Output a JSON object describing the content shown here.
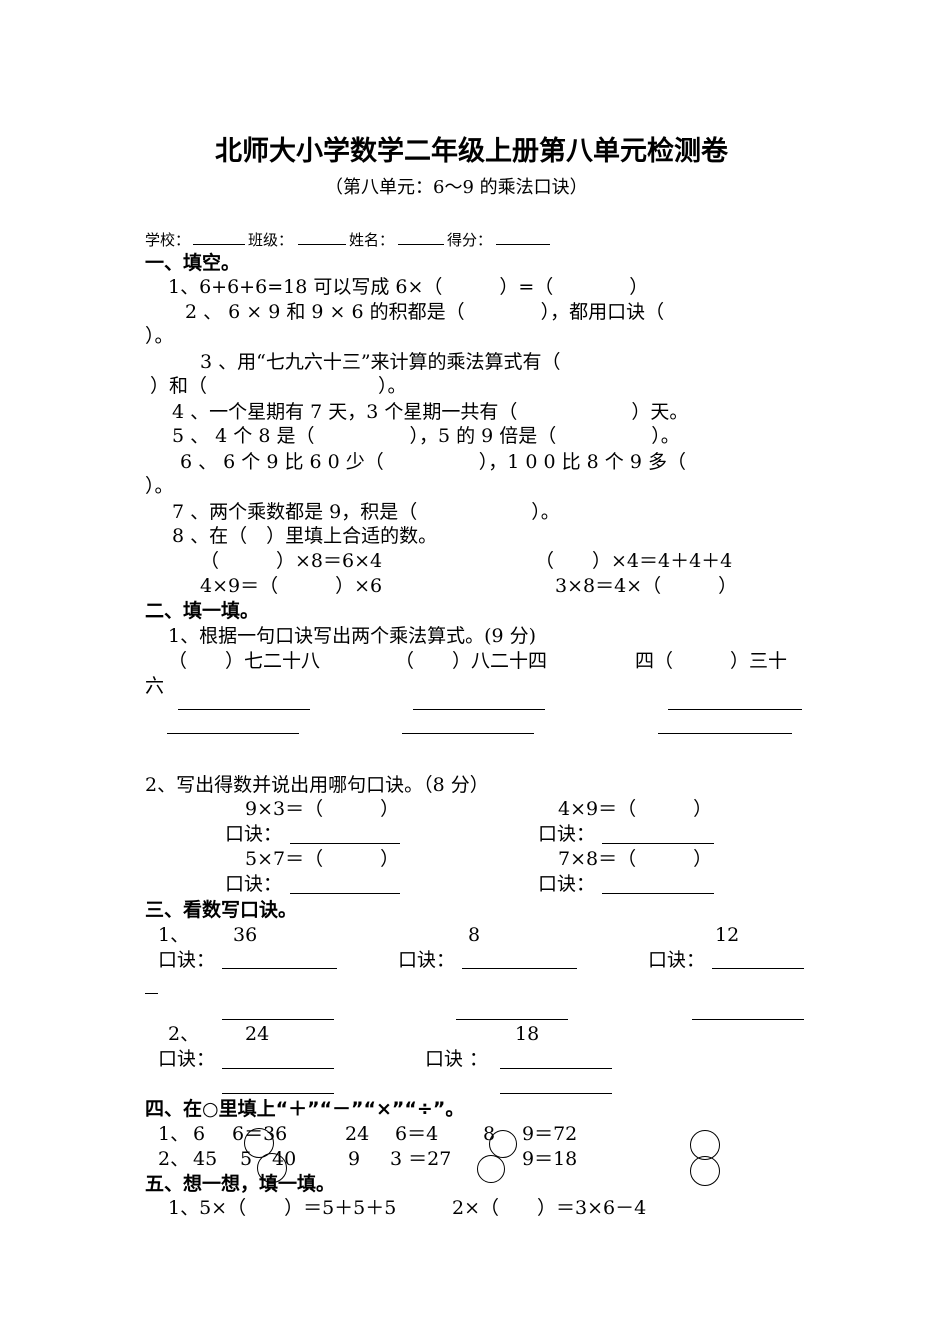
{
  "title": "北师大小学数学二年级上册第八单元检测卷",
  "subtitle": "（第八单元：6～9 的乘法口诀）",
  "header": {
    "school": "学校：",
    "class": "班级：",
    "name": "姓名：",
    "score": "得分："
  },
  "s1": {
    "heading": "一、填空。",
    "q1": "1、6+6+6=18 可以写成 6×（　　　）=（　　　　）",
    "q2a": "2 、 6 × 9 和 9 × 6 的积都是（　　　　），都用口诀（",
    "q2b": "）。",
    "q3a": "3 、用“七九六十三”来计算的乘法算式有（",
    "q3b": "）和（　　　　　　　　　）。",
    "q4": "4 、一个星期有 7 天，3 个星期一共有（　　　　　　）天。",
    "q5": "5 、 4 个 8 是（　　　　　），5 的 9 倍是（　　　　　）。",
    "q6a": "6 、 6 个 9 比 6 0 少（　　　　　），1 0 0 比 8 个 9 多（",
    "q6b": "）。",
    "q7": "7 、两个乘数都是 9，积是（　　　　　　）。",
    "q8": "8 、在（　）里填上合适的数。",
    "q8a": "（　　　）×8＝6×4",
    "q8b": "（　　）×4＝4＋4＋4",
    "q8c": "4×9＝（　　　）×6",
    "q8d": "3×8＝4×（　　　）"
  },
  "s2": {
    "heading": "二、填一填。",
    "q1": "1、根据一句口诀写出两个乘法算式。(9 分)",
    "r1": "（　　）七二十八",
    "r2": "（　　）八二十四",
    "r3": "四（　　　）三十",
    "r3b": "六",
    "q2": "2、写出得数并说出用哪句口诀。（8 分）",
    "e1": "9×3＝（　　　）",
    "e2": "4×9＝（　　　）",
    "e3": "5×7＝（　　　）",
    "e4": "7×8＝（　　　）",
    "kj": "口诀："
  },
  "s3": {
    "heading": "三、看数写口诀。",
    "n1": "1、",
    "v1": "36",
    "v2": "8",
    "v3": "12",
    "n2": "2、",
    "v4": "24",
    "v5": "18",
    "kj": "口诀：",
    "kj2": "口诀 ："
  },
  "s4": {
    "heading": "四、在○里填上“＋”“－”“×”“÷”。",
    "r1": [
      "1、",
      "6",
      "6＝36",
      "24",
      "6＝4",
      "8",
      "9＝72"
    ],
    "r2": [
      "2、",
      "45",
      "5",
      "40",
      "9",
      "3 ＝27",
      "9＝18"
    ]
  },
  "s5": {
    "heading": "五、想一想，填一填。",
    "q1a": "1、5×（　　）＝5＋5＋5",
    "q1b": "2×（　　）＝3×6－4"
  }
}
